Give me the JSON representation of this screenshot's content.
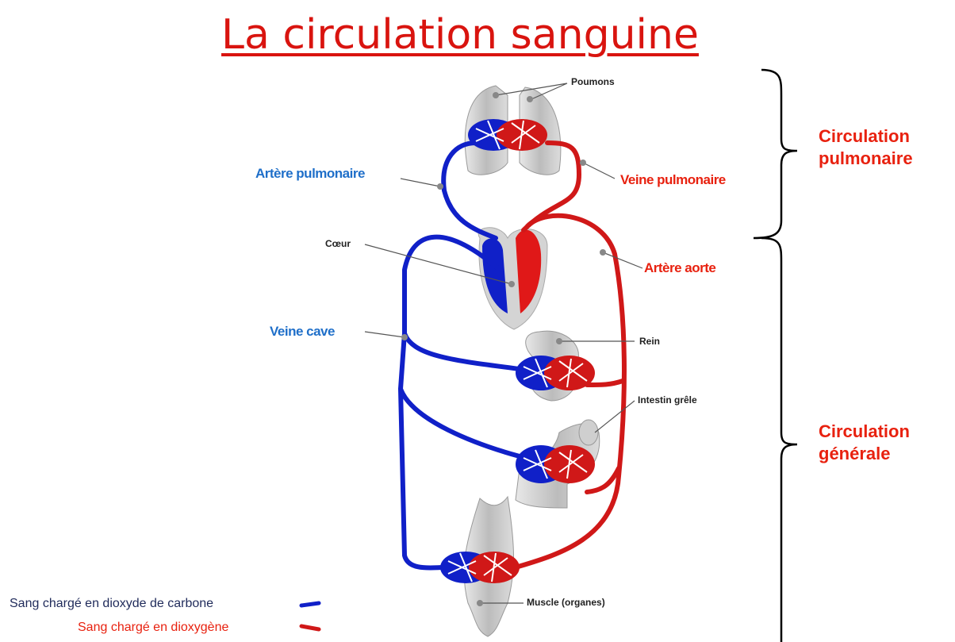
{
  "title": "La circulation sanguine",
  "labels": {
    "poumons": "Poumons",
    "artere_pulmonaire": "Artère pulmonaire",
    "veine_pulmonaire": "Veine pulmonaire",
    "coeur": "Cœur",
    "artere_aorte": "Artère aorte",
    "veine_cave": "Veine cave",
    "rein": "Rein",
    "intestin": "Intestin grêle",
    "muscle": "Muscle (organes)"
  },
  "sections": {
    "pulmonaire": [
      "Circulation",
      "pulmonaire"
    ],
    "generale": [
      "Circulation",
      "générale"
    ]
  },
  "legend": {
    "co2": "Sang chargé en dioxyde de carbone",
    "o2": "Sang chargé en dioxygène"
  },
  "colors": {
    "blue": "#1020c8",
    "red": "#d01818",
    "organ": "#c8c8c8",
    "title": "#d9140f"
  }
}
